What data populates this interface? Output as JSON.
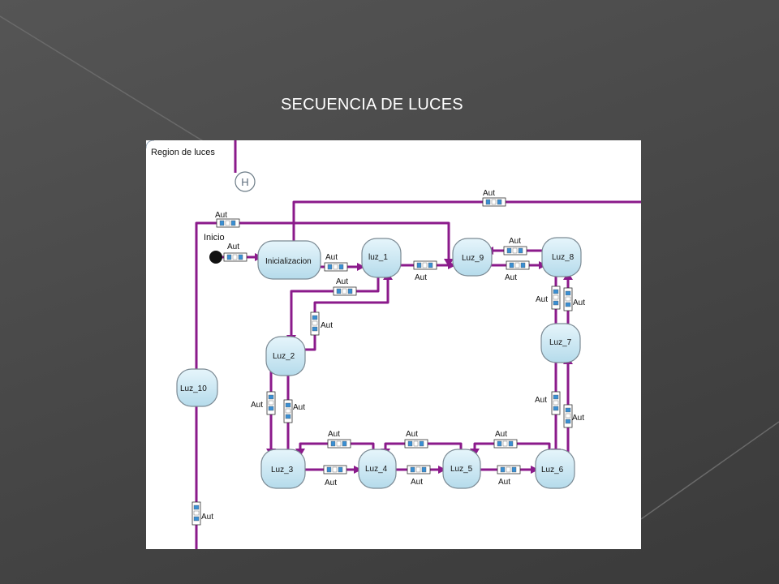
{
  "slide": {
    "title": "SECUENCIA DE LUCES"
  },
  "diagram": {
    "region_label": "Region de luces",
    "history_symbol": "H",
    "initial_label": "Inicio",
    "transition_label": "Aut",
    "states": {
      "inicializacion": "Inicializacion",
      "luz_1": "luz_1",
      "luz_2": "Luz_2",
      "luz_3": "Luz_3",
      "luz_4": "Luz_4",
      "luz_5": "Luz_5",
      "luz_6": "Luz_6",
      "luz_7": "Luz_7",
      "luz_8": "Luz_8",
      "luz_9": "Luz_9",
      "luz_10": "Luz_10"
    },
    "colors": {
      "line": "#8b1a8b",
      "state_fill": "#c7e6f3",
      "state_border": "#7b8a94",
      "queue_cell": "#3a8fd4"
    }
  }
}
